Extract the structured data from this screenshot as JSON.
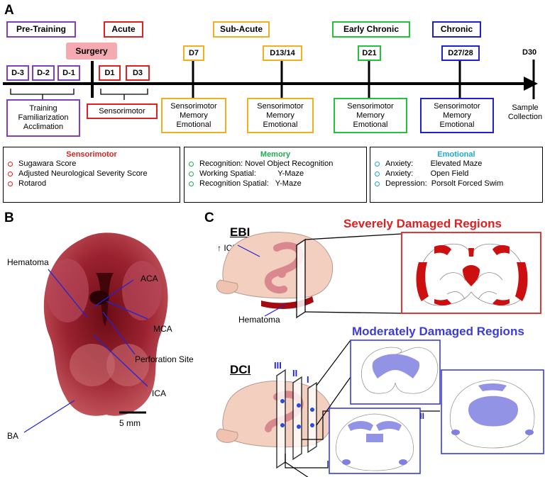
{
  "panel_a": {
    "letter": "A",
    "phases": {
      "pre_training": "Pre-Training",
      "acute": "Acute",
      "sub_acute": "Sub-Acute",
      "early_chronic": "Early Chronic",
      "chronic": "Chronic"
    },
    "surgery": "Surgery",
    "days": {
      "d_minus3": "D-3",
      "d_minus2": "D-2",
      "d_minus1": "D-1",
      "d1": "D1",
      "d3": "D3",
      "d7": "D7",
      "d13": "D13/14",
      "d21": "D21",
      "d27": "D27/28",
      "d30": "D30"
    },
    "training_box": "Training\nFamiliarization\nAcclimation",
    "sensorimotor_box": "Sensorimotor",
    "test_boxes": {
      "d7": "Sensorimotor\nMemory\nEmotional",
      "d13": "Sensorimotor\nMemory\nEmotional",
      "d21": "Sensorimotor\nMemory\nEmotional",
      "d27": "Sensorimotor\nMemory\nEmotional"
    },
    "sample_collection": "Sample\nCollection",
    "categories": {
      "sensorimotor": {
        "title": "Sensorimotor",
        "items": [
          "Sugawara Score",
          "Adjusted Neurological Severity Score",
          "Rotarod"
        ]
      },
      "memory": {
        "title": "Memory",
        "items": [
          "Recognition: Novel Object Recognition",
          "Working Spatial:          Y-Maze",
          "Recognition Spatial:   Y-Maze"
        ]
      },
      "emotional": {
        "title": "Emotional",
        "items": [
          "Anxiety:        Elevated Maze",
          "Anxiety:        Open Field",
          "Depression:  Porsolt Forced Swim"
        ]
      }
    }
  },
  "panel_b": {
    "letter": "B",
    "labels": {
      "hematoma": "Hematoma",
      "aca": "ACA",
      "mca": "MCA",
      "perforation": "Perforation Site",
      "ica": "ICA",
      "ba": "BA"
    },
    "scale_bar": "5 mm"
  },
  "panel_c": {
    "letter": "C",
    "ebi": "EBI",
    "icp": "↑ ICP",
    "hematoma": "Hematoma",
    "severe_title": "Severely Damaged Regions",
    "dci": "DCI",
    "moderate_title": "Moderately Damaged Regions",
    "sections": {
      "one": "I",
      "two": "II",
      "three": "III"
    }
  },
  "colors": {
    "pre_training": "#7f3fbf",
    "acute": "#e02020",
    "sub_acute": "#f0b020",
    "early_chronic": "#22c33a",
    "chronic": "#2020d0",
    "memory_title": "#22aa55",
    "emotional_title": "#19a9d8",
    "severe": "#e02020",
    "moderate": "#3b3bdc",
    "moderate_fill": "#8080e0"
  }
}
